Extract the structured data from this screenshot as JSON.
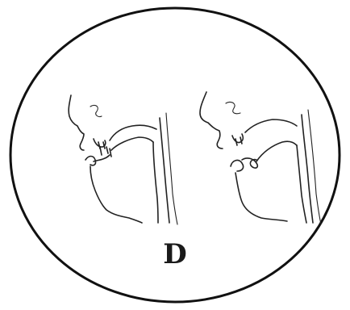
{
  "figure": {
    "label": "D",
    "panels": [
      {
        "name": "left-head-profile"
      },
      {
        "name": "right-head-profile"
      }
    ]
  }
}
